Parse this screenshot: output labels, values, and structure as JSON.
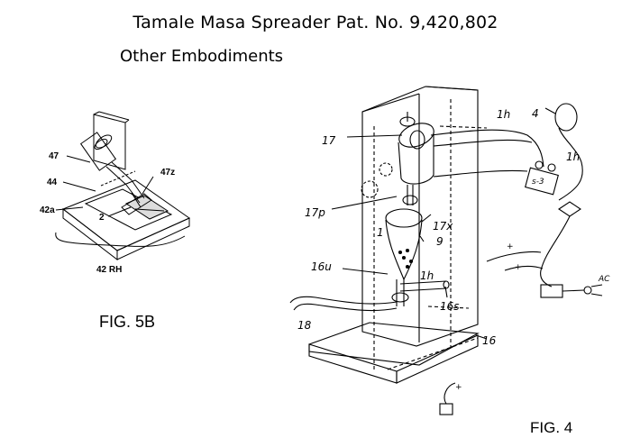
{
  "header": {
    "title": "Tamale Masa Spreader Pat. No. 9,420,802",
    "subtitle": "Other Embodiments"
  },
  "fig5b": {
    "caption": "FIG. 5B",
    "refs": {
      "r47": "47",
      "r44": "44",
      "r42a": "42a",
      "r47z": "47z",
      "r2": "2",
      "r42rh": "42 RH"
    }
  },
  "fig4": {
    "caption": "FIG. 4",
    "refs": {
      "r17": "17",
      "r17p": "17p",
      "r17x": "17x",
      "r1": "1",
      "r9": "9",
      "r16u": "16u",
      "r1h_mid": "1h",
      "r16s": "16s",
      "r18": "18",
      "r16": "16",
      "r1h_top": "1h",
      "r4": "4",
      "r1h_right": "1h",
      "rs3": "s-3",
      "rac": "AC",
      "rplus1": "+",
      "rplus2": "+",
      "rplus3": "+"
    }
  }
}
